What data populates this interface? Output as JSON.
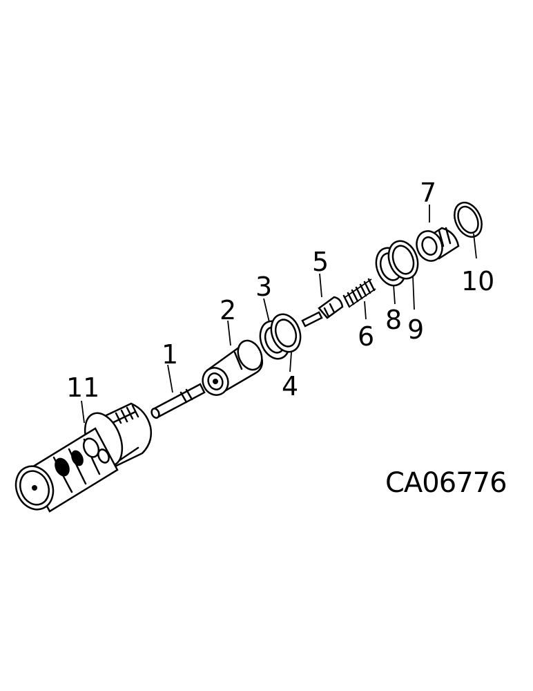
{
  "diagram": {
    "reference_code": "CA06776",
    "callouts": [
      {
        "id": "1",
        "label": "1"
      },
      {
        "id": "2",
        "label": "2"
      },
      {
        "id": "3",
        "label": "3"
      },
      {
        "id": "4",
        "label": "4"
      },
      {
        "id": "5",
        "label": "5"
      },
      {
        "id": "6",
        "label": "6"
      },
      {
        "id": "7",
        "label": "7"
      },
      {
        "id": "8",
        "label": "8"
      },
      {
        "id": "9",
        "label": "9"
      },
      {
        "id": "10",
        "label": "10"
      },
      {
        "id": "11",
        "label": "11"
      }
    ]
  }
}
